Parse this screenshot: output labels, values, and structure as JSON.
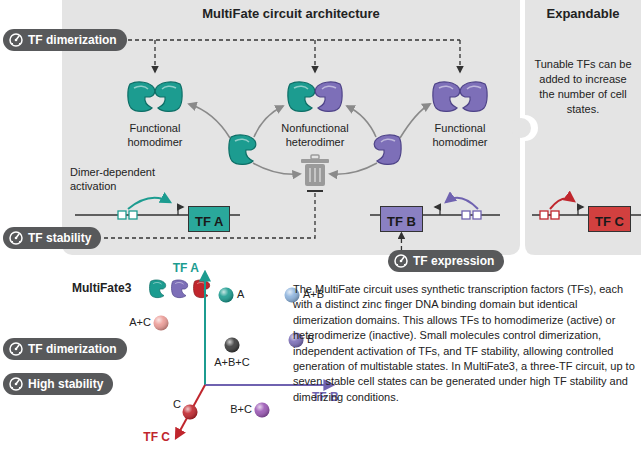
{
  "diagram": {
    "nodes": [
      {
        "text": [
          "MultiFate circuit architecture"
        ]
      },
      {
        "text": [
          "Expandable",
          "Tunable TFs can be added to increase the number of cell states."
        ]
      },
      {
        "text": [
          "TF dimerization"
        ]
      },
      {
        "text": [
          "TF stability"
        ]
      },
      {
        "text": [
          "TF A"
        ],
        "in": 0
      },
      {
        "text": [
          "TF B"
        ],
        "in": 0
      },
      {
        "text": [
          "TF C"
        ],
        "in": 1
      },
      {
        "text": [
          "TF expression"
        ]
      },
      {
        "text": [
          "TF dimerization"
        ]
      },
      {
        "text": [
          "High stability"
        ]
      }
    ],
    "edges": [
      {
        "from": 7,
        "to": 5,
        "arrow": "to"
      }
    ],
    "labels": [
      "Functional homodimer",
      "Nonfunctional heterodimer",
      "Functional homodimer",
      "Dimer-dependent activation",
      "MultiFate3",
      "TF A",
      "TF B",
      "TF C",
      "A",
      "A+B",
      "A+C",
      "A+B+C",
      "B",
      "C",
      "B+C",
      "The MultiFate circuit uses synthetic transcription factors (TFs), each with a distinct zinc finger DNA binding domain but identical dimerization domains. This allows TFs to homodimerize (active) or heterodimerize (inactive). Small molecules control dimerization, independent activation of TFs, and TF stability, allowing controlled generation of multistable states. In MultiFate3, a three-TF circuit, up to seven stable cell states can be generated under high TF stability and dimerizing conditions."
    ]
  }
}
